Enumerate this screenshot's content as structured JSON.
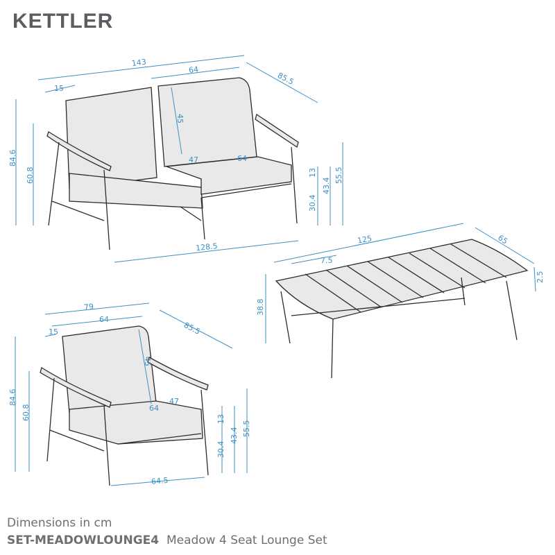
{
  "brand": "KETTLER",
  "caption": {
    "line1": "Dimensions in cm",
    "code": "SET-MEADOWLOUNGE4",
    "name": "Meadow 4 Seat Lounge Set"
  },
  "sofa": {
    "width": "143",
    "seat_back_width": "64",
    "depth": "85.5",
    "arm_width": "15",
    "back_height": "45",
    "seat_depth": "47",
    "seat_width": "64",
    "height": "84.6",
    "arm_height": "60.8",
    "cushion": "13",
    "seat_base": "30.4",
    "seat_height": "43.4",
    "arm_top": "55.5",
    "leg_span": "128.5"
  },
  "table": {
    "length": "125",
    "width": "65",
    "slat": "7.5",
    "top": "2.5",
    "height": "38.8"
  },
  "chair": {
    "width": "79",
    "seat_back_width": "64",
    "depth": "85.5",
    "arm_width": "15",
    "back_height": "45",
    "seat_width": "64",
    "seat_depth": "47",
    "height": "84.6",
    "arm_height": "60.8",
    "cushion": "13",
    "seat_base": "30.4",
    "seat_height": "43.4",
    "arm_top": "55.5",
    "leg_span": "64.5"
  },
  "colors": {
    "dimension": "#3d8fc6",
    "text": "#6d6f72",
    "logo": "#5b5d61"
  }
}
